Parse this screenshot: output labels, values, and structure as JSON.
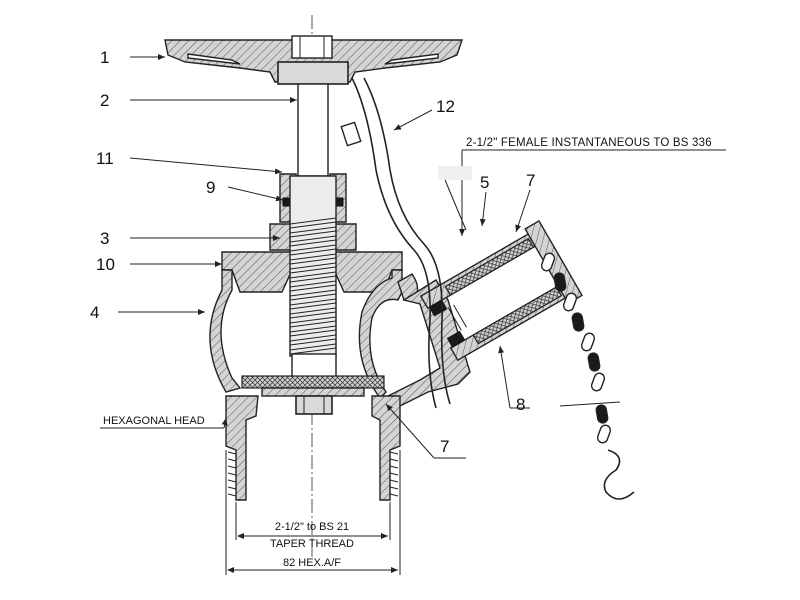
{
  "callouts": {
    "c1": "1",
    "c2": "2",
    "c11": "11",
    "c9": "9",
    "c3": "3",
    "c10": "10",
    "c4": "4",
    "c12": "12",
    "c5": "5",
    "c7a": "7",
    "c7b": "7",
    "c8": "8"
  },
  "notes": {
    "outlet_spec": "2-1/2\"  FEMALE INSTANTANEOUS TO BS 336",
    "hexagonal_head": "HEXAGONAL HEAD",
    "inlet_thread": "2-1/2\" to BS 21",
    "taper_thread": "TAPER THREAD",
    "hex_dimension": "82 HEX.A/F"
  }
}
